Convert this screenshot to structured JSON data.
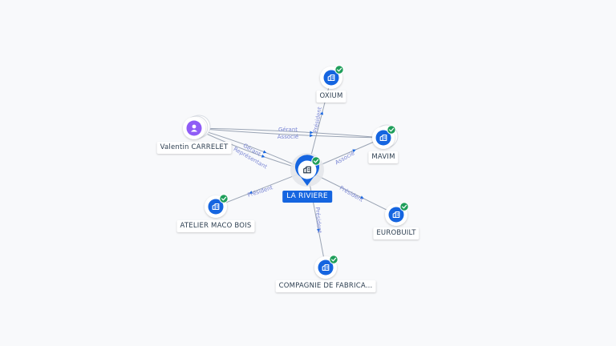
{
  "colors": {
    "edge": "#9aa4b4",
    "edge_label": "#7a86d4",
    "company_blue": "#1565e0",
    "person_purple": "#8f5cf6",
    "check_green": "#1e9e5a",
    "center_blue": "#1565e0"
  },
  "graph": {
    "center": {
      "id": "la-riviere",
      "label": "LA RIVIERE",
      "icon": "building-icon"
    },
    "nodes": [
      {
        "id": "oxium",
        "label": "OXIUM",
        "kind": "company",
        "icon": "building-icon",
        "verified": true
      },
      {
        "id": "mavim",
        "label": "MAVIM",
        "kind": "company",
        "icon": "building-icon",
        "verified": true
      },
      {
        "id": "eurobuilt",
        "label": "EUROBUILT",
        "kind": "company",
        "icon": "building-icon",
        "verified": true
      },
      {
        "id": "compagnie",
        "label": "COMPAGNIE DE FABRICA...",
        "kind": "company",
        "icon": "building-icon",
        "verified": true
      },
      {
        "id": "atelier",
        "label": "ATELIER MACO BOIS",
        "kind": "company",
        "icon": "building-icon",
        "verified": true
      },
      {
        "id": "valentin",
        "label": "Valentin CARRELET",
        "kind": "person",
        "icon": "person-icon",
        "verified": false
      }
    ],
    "edges": [
      {
        "from": "la-riviere",
        "to": "oxium",
        "label": "Président"
      },
      {
        "from": "la-riviere",
        "to": "mavim",
        "label": "Associé"
      },
      {
        "from": "la-riviere",
        "to": "eurobuilt",
        "label": "Président"
      },
      {
        "from": "la-riviere",
        "to": "compagnie",
        "label": "Président"
      },
      {
        "from": "la-riviere",
        "to": "atelier",
        "label": "Président"
      },
      {
        "from": "valentin",
        "to": "la-riviere",
        "label": "Gérant"
      },
      {
        "from": "valentin",
        "to": "la-riviere",
        "label": "Représentant"
      },
      {
        "from": "valentin",
        "to": "mavim",
        "label": "Gérant"
      },
      {
        "from": "valentin",
        "to": "mavim",
        "label": "Associé"
      }
    ]
  }
}
